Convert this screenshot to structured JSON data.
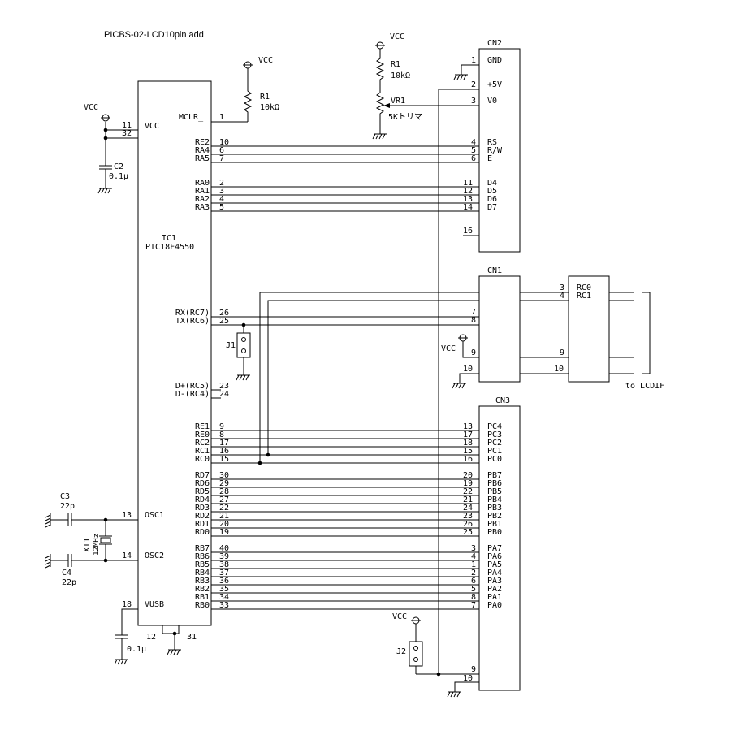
{
  "title": "PICBS-02-LCD10pin add",
  "ic1": {
    "ref": "IC1",
    "part": "PIC18F4550",
    "vcc": "VCC",
    "mclr": "MCLR_",
    "osc1": "OSC1",
    "osc2": "OSC2",
    "vusb": "VUSB",
    "pin_vcc_a": "11",
    "pin_vcc_b": "32",
    "pin_mclr": "1",
    "pin_osc1": "13",
    "pin_osc2": "14",
    "pin_vusb": "18",
    "pin_gnd_a": "12",
    "pin_gnd_b": "31"
  },
  "power": {
    "vcc_main": "VCC",
    "vcc_mclr": "VCC",
    "vcc_lcd": "VCC",
    "vcc_cn1": "VCC",
    "vcc_j2": "VCC"
  },
  "parts": {
    "r1_mclr": "R1",
    "r1_mclr_val": "10kΩ",
    "r1_lcd": "R1",
    "r1_lcd_val": "10kΩ",
    "vr1": "VR1",
    "vr1_val": "5Kトリマ",
    "c2": "C2",
    "c2_val": "0.1μ",
    "c_vusb_val": "0.1μ",
    "c3": "C3",
    "c3_val": "22p",
    "c4": "C4",
    "c4_val": "22p",
    "xt1": "XT1",
    "xt1_val": "12MHz",
    "j1": "J1",
    "j2": "J2"
  },
  "cn2": {
    "ref": "CN2",
    "gnd": "GND",
    "p5v": "+5V",
    "v0": "V0",
    "rs": "RS",
    "rw": "R/W",
    "e": "E",
    "d4": "D4",
    "d5": "D5",
    "d6": "D6",
    "d7": "D7",
    "pin1": "1",
    "pin2": "2",
    "pin3": "3",
    "pin16": "16"
  },
  "cn1": {
    "ref": "CN1",
    "rc0": "RC0",
    "rc1": "RC1",
    "to_lcdif": "to LCDIF",
    "pin3": "3",
    "pin4": "4",
    "pin7": "7",
    "pin8": "8",
    "pin9": "9",
    "pin10": "10",
    "if_pin9": "9",
    "if_pin10": "10"
  },
  "cn3": {
    "ref": "CN3",
    "pin9": "9",
    "pin10": "10"
  },
  "lcd_nets": [
    {
      "sig": "RE2",
      "ip": "10",
      "cp": "4",
      "cl": "RS"
    },
    {
      "sig": "RA4",
      "ip": "6",
      "cp": "5",
      "cl": "R/W"
    },
    {
      "sig": "RA5",
      "ip": "7",
      "cp": "6",
      "cl": "E"
    },
    {
      "sig": "RA0",
      "ip": "2",
      "cp": "11",
      "cl": "D4"
    },
    {
      "sig": "RA1",
      "ip": "3",
      "cp": "12",
      "cl": "D5"
    },
    {
      "sig": "RA2",
      "ip": "4",
      "cp": "13",
      "cl": "D6"
    },
    {
      "sig": "RA3",
      "ip": "5",
      "cp": "14",
      "cl": "D7"
    }
  ],
  "uart_nets": [
    {
      "sig": "RX(RC7)",
      "ip": "26"
    },
    {
      "sig": "TX(RC6)",
      "ip": "25"
    }
  ],
  "usb_nets": [
    {
      "sig": "D+(RC5)",
      "ip": "23"
    },
    {
      "sig": "D-(RC4)",
      "ip": "24"
    }
  ],
  "io_nets": [
    {
      "sig": "RE1",
      "ip": "9",
      "cp": "13",
      "cl": "PC4"
    },
    {
      "sig": "RE0",
      "ip": "8",
      "cp": "17",
      "cl": "PC3"
    },
    {
      "sig": "RC2",
      "ip": "17",
      "cp": "18",
      "cl": "PC2"
    },
    {
      "sig": "RC1",
      "ip": "16",
      "cp": "15",
      "cl": "PC1"
    },
    {
      "sig": "RC0",
      "ip": "15",
      "cp": "16",
      "cl": "PC0"
    },
    {
      "sig": "RD7",
      "ip": "30",
      "cp": "20",
      "cl": "PB7"
    },
    {
      "sig": "RD6",
      "ip": "29",
      "cp": "19",
      "cl": "PB6"
    },
    {
      "sig": "RD5",
      "ip": "28",
      "cp": "22",
      "cl": "PB5"
    },
    {
      "sig": "RD4",
      "ip": "27",
      "cp": "21",
      "cl": "PB4"
    },
    {
      "sig": "RD3",
      "ip": "22",
      "cp": "24",
      "cl": "PB3"
    },
    {
      "sig": "RD2",
      "ip": "21",
      "cp": "23",
      "cl": "PB2"
    },
    {
      "sig": "RD1",
      "ip": "20",
      "cp": "26",
      "cl": "PB1"
    },
    {
      "sig": "RD0",
      "ip": "19",
      "cp": "25",
      "cl": "PB0"
    },
    {
      "sig": "RB7",
      "ip": "40",
      "cp": "3",
      "cl": "PA7"
    },
    {
      "sig": "RB6",
      "ip": "39",
      "cp": "4",
      "cl": "PA6"
    },
    {
      "sig": "RB5",
      "ip": "38",
      "cp": "1",
      "cl": "PA5"
    },
    {
      "sig": "RB4",
      "ip": "37",
      "cp": "2",
      "cl": "PA4"
    },
    {
      "sig": "RB3",
      "ip": "36",
      "cp": "6",
      "cl": "PA3"
    },
    {
      "sig": "RB2",
      "ip": "35",
      "cp": "5",
      "cl": "PA2"
    },
    {
      "sig": "RB1",
      "ip": "34",
      "cp": "8",
      "cl": "PA1"
    },
    {
      "sig": "RB0",
      "ip": "33",
      "cp": "7",
      "cl": "PA0"
    }
  ]
}
